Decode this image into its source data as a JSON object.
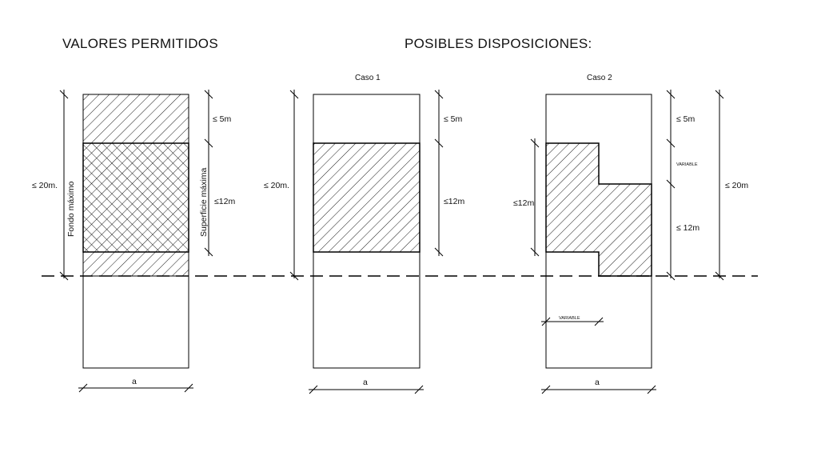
{
  "headings": {
    "left": "VALORES PERMITIDOS",
    "right": "POSIBLES DISPOSICIONES:"
  },
  "cases": {
    "case1": "Caso 1",
    "case2": "Caso 2"
  },
  "labels": {
    "max_depth_value": "≤ 20m.",
    "max_depth_text": "Fondo máximo",
    "max_surface_text": "Superficie máxima",
    "front_strip": "≤ 5m",
    "build_depth": "≤12m",
    "build_depth_spaced": "≤ 12m",
    "total_depth": "≤ 20m",
    "variable": "VARIABLE",
    "width": "a"
  }
}
